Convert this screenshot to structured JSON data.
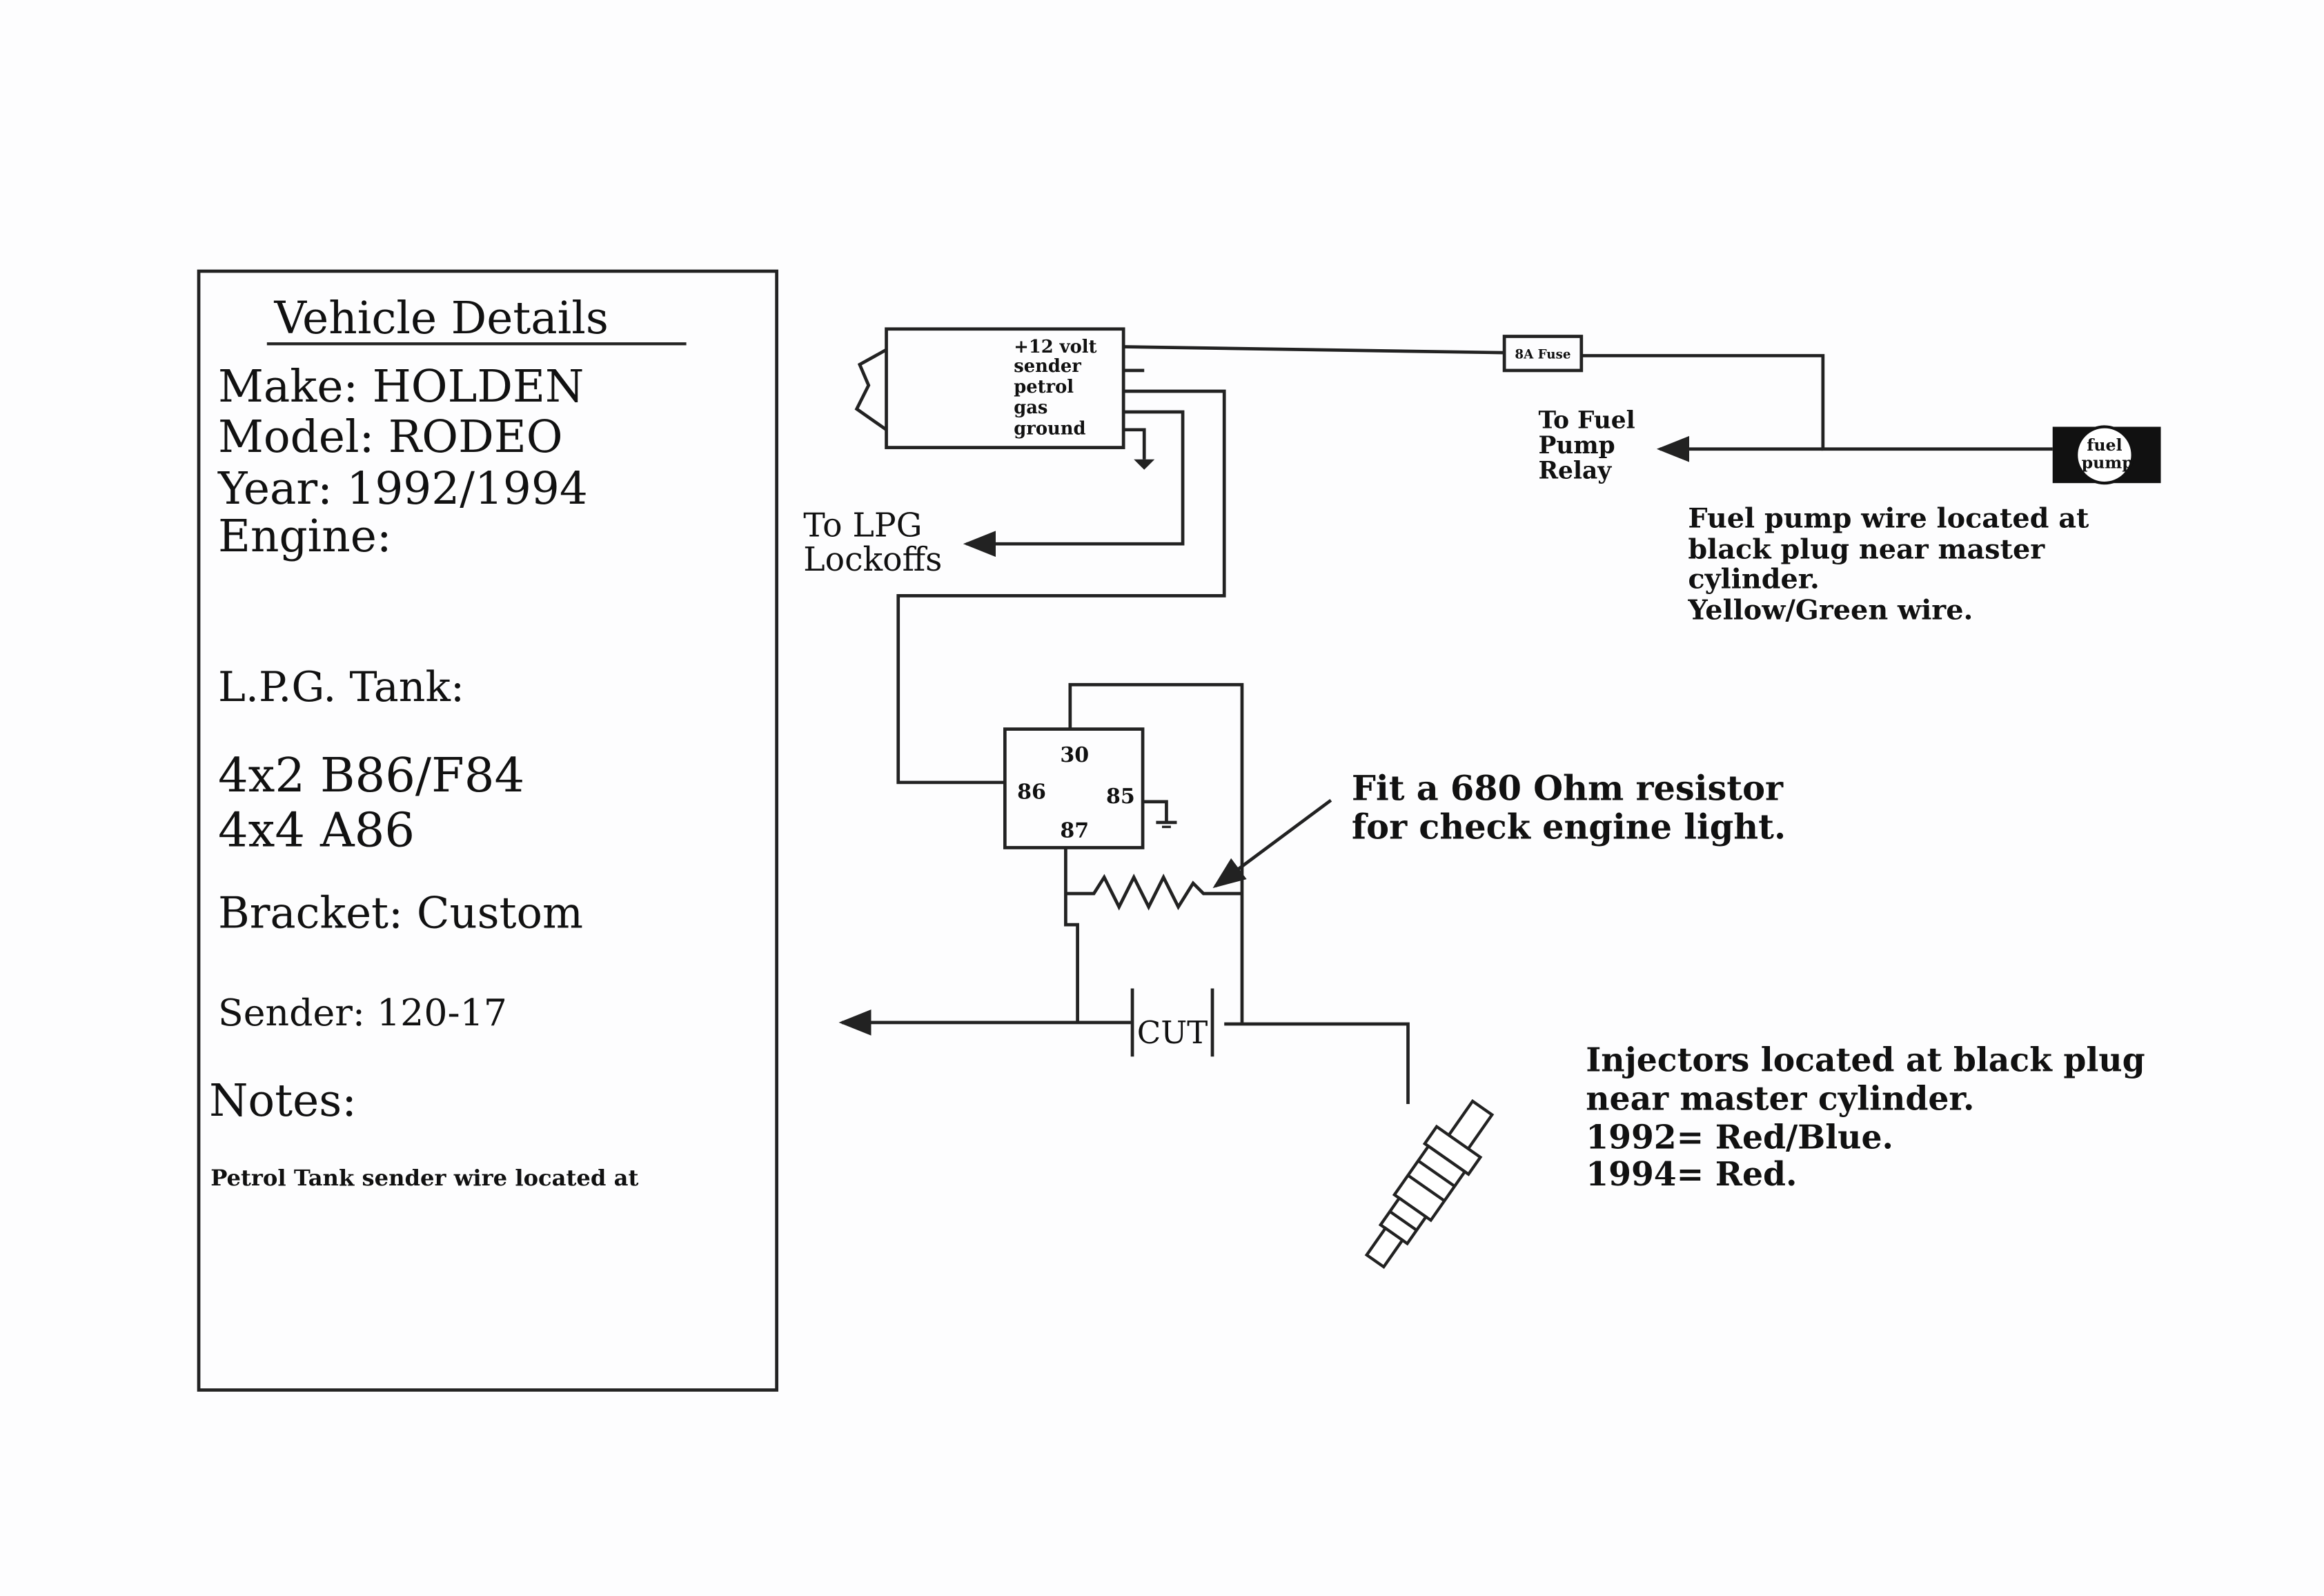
{
  "vehicle_details": {
    "title": "Vehicle Details",
    "make": "Make:  HOLDEN",
    "model": "Model:  RODEO",
    "year": "Year:  1992/1994",
    "engine": "Engine:",
    "lpg_tank": "L.P.G.  Tank:",
    "tank_4x2": "4x2  B86/F84",
    "tank_4x4": "4x4  A86",
    "bracket": "Bracket:  Custom",
    "sender": "Sender:  120-17",
    "notes": "Notes:",
    "notes_text": "Petrol Tank sender wire located at"
  },
  "sender_box": {
    "lines": [
      "+12 volt",
      "sender",
      "petrol",
      "gas",
      "ground"
    ]
  },
  "fuse": {
    "label": "8A Fuse"
  },
  "to_fuel_pump_relay": [
    "To Fuel",
    "Pump",
    "Relay"
  ],
  "fuel_pump": {
    "line1": "fuel",
    "line2": "pump"
  },
  "fuel_pump_note": [
    "Fuel pump wire located at",
    "black plug near master",
    "cylinder.",
    "Yellow/Green wire."
  ],
  "to_lpg_lockoffs": [
    "To LPG",
    "Lockoffs"
  ],
  "relay": {
    "pin30": "30",
    "pin86": "86",
    "pin85": "85",
    "pin87": "87"
  },
  "resistor_note": [
    "Fit a 680 Ohm resistor",
    "for check engine light."
  ],
  "cut_label": "CUT",
  "injector_note": [
    "Injectors located at black plug",
    "near master cylinder.",
    "1992=  Red/Blue.",
    "1994=  Red."
  ]
}
